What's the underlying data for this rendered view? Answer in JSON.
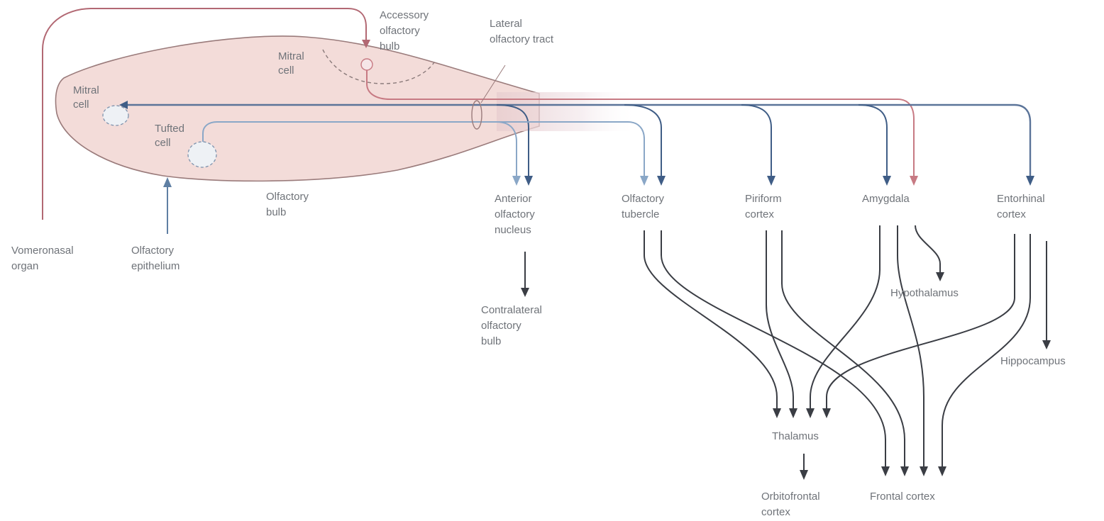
{
  "colors": {
    "bulb_fill": "#f3dcd9",
    "bulb_stroke": "#9a7b7b",
    "blue_path": "#5f7fa3",
    "red_path": "#c77a83",
    "dark_path": "#4a4d55",
    "text": "#6f7379"
  },
  "labels": {
    "accessory_bulb": [
      "Accessory",
      "olfactory",
      "bulb"
    ],
    "lateral_tract": [
      "Lateral",
      "olfactory tract"
    ],
    "mitral_cell_top": [
      "Mitral",
      "cell"
    ],
    "mitral_cell_left": [
      "Mitral",
      "cell"
    ],
    "tufted_cell": [
      "Tufted",
      "cell"
    ],
    "olfactory_bulb": [
      "Olfactory",
      "bulb"
    ],
    "vomeronasal_organ": [
      "Vomeronasal",
      "organ"
    ],
    "olfactory_epithelium": [
      "Olfactory",
      "epithelium"
    ],
    "anterior_olfactory_nucleus": [
      "Anterior",
      "olfactory",
      "nucleus"
    ],
    "contralateral_bulb": [
      "Contralateral",
      "olfactory",
      "bulb"
    ],
    "olfactory_tubercle": [
      "Olfactory",
      "tubercle"
    ],
    "piriform_cortex": [
      "Piriform",
      "cortex"
    ],
    "amygdala": [
      "Amygdala"
    ],
    "entorhinal_cortex": [
      "Entorhinal",
      "cortex"
    ],
    "hypothalamus": [
      "Hypothalamus"
    ],
    "hippocampus": [
      "Hippocampus"
    ],
    "thalamus": [
      "Thalamus"
    ],
    "orbitofrontal_cortex": [
      "Orbitofrontal",
      "cortex"
    ],
    "frontal_cortex": [
      "Frontal cortex"
    ]
  }
}
